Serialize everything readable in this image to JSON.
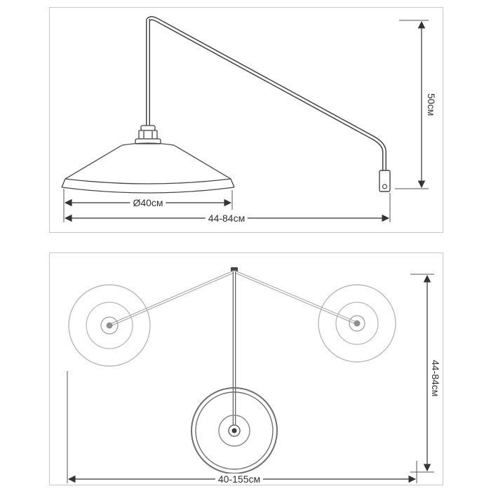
{
  "figure": {
    "kind": "technical dimension drawing",
    "subject": "wall-mounted industrial lamp",
    "line_color": "#3a3a3a",
    "light_line_color": "#b5b5b5",
    "panel_border_color": "#c8c8c8"
  },
  "side_view": {
    "height_label": "50см",
    "shade_diameter_label": "Ø40см",
    "arm_reach_label": "44-84см"
  },
  "top_view": {
    "depth_label": "44-84см",
    "span_label": "40-155см"
  }
}
